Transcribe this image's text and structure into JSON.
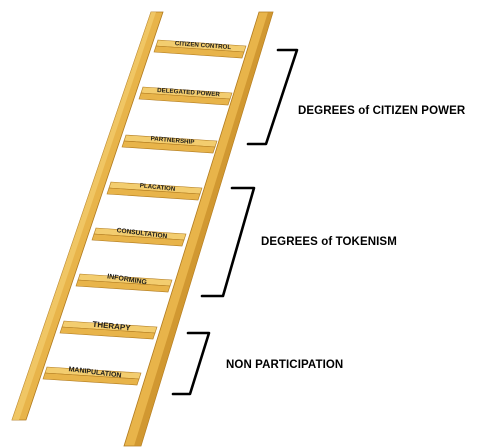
{
  "rungs": [
    "CITIZEN CONTROL",
    "DELEGATED POWER",
    "PARTNERSHIP",
    "PLACATION",
    "CONSULTATION",
    "INFORMING",
    "THERAPY",
    "MANIPULATION"
  ],
  "groups": {
    "citizen_power": "DEGREES of CITIZEN POWER",
    "tokenism": "DEGREES of TOKENISM",
    "non_participation": "NON PARTICIPATION"
  },
  "colors": {
    "wood": "#e8b44a",
    "wood_light": "#f3cd6f",
    "wood_shadow": "#c98f2a",
    "wood_outline": "#b07a1e",
    "bracket": "#000000"
  }
}
